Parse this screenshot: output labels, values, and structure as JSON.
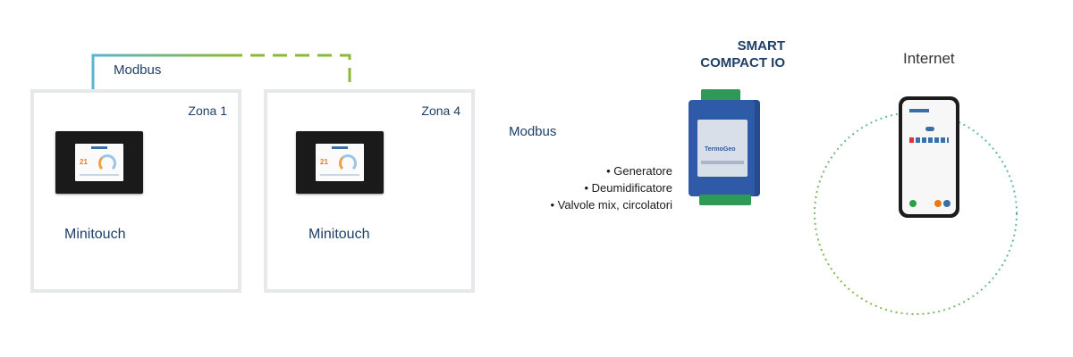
{
  "zones": [
    {
      "label": "Zona 1",
      "device": "Minitouch"
    },
    {
      "label": "Zona 4",
      "device": "Minitouch"
    }
  ],
  "connections": {
    "top_label": "Modbus",
    "middle_label": "Modbus"
  },
  "controller": {
    "title_line1": "SMART",
    "title_line2": "COMPACT IO",
    "brand": "TermoGeo",
    "functions": [
      "Generatore",
      "Deumidificatore",
      "Valvole mix, circolatori"
    ]
  },
  "cloud": {
    "label": "Internet"
  },
  "colors": {
    "blue_line": "#5ab4cf",
    "green_line": "#8cb83a",
    "label_navy": "#1e3f66",
    "dotted_green": "#8cb83a",
    "dotted_blue": "#5ab4cf"
  }
}
